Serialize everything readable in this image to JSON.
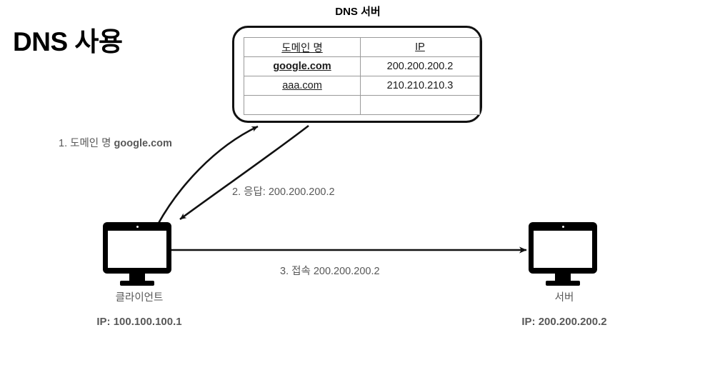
{
  "slide": {
    "title": "DNS 사용"
  },
  "dns_server": {
    "caption": "DNS 서버",
    "table": {
      "headers": [
        "도메인 명",
        "IP"
      ],
      "rows": [
        {
          "domain": "google.com",
          "ip": "200.200.200.2"
        },
        {
          "domain": "aaa.com",
          "ip": "210.210.210.3"
        },
        {
          "domain": "",
          "ip": ""
        }
      ]
    }
  },
  "steps": [
    {
      "id": "step-1",
      "label": "1. 도메인 명 ",
      "emphasis": "google.com"
    },
    {
      "id": "step-2",
      "label": "2. 응답: 200.200.200.2"
    },
    {
      "id": "step-3",
      "label": "3. 접속 200.200.200.2"
    }
  ],
  "devices": {
    "client": {
      "name": "클라이언트",
      "ip": "IP: 100.100.100.1",
      "icon": "desktop-monitor-icon"
    },
    "server": {
      "name": "서버",
      "ip": "IP: 200.200.200.2",
      "icon": "desktop-monitor-icon"
    }
  },
  "colors": {
    "ink": "#000000",
    "label_gray": "#585858",
    "table_border": "#9a9a9a",
    "background": "#ffffff"
  }
}
